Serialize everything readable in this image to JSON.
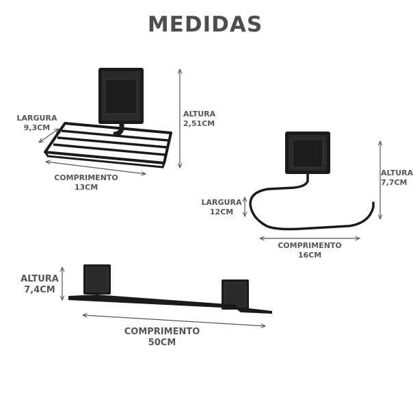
{
  "title": "MEDIDAS",
  "soap_dish": {
    "width_label": "LARGURA",
    "width_value": "9,3CM",
    "height_label": "ALTURA",
    "height_value": "2,51CM",
    "length_label": "COMPRIMENTO",
    "length_value": "13CM"
  },
  "paper_holder": {
    "width_label": "LARGURA",
    "width_value": "12CM",
    "height_label": "ALTURA",
    "height_value": "7,7CM",
    "length_label": "COMPRIMENTO",
    "length_value": "16CM"
  },
  "towel_bar": {
    "height_label": "ALTURA",
    "height_value": "7,4CM",
    "length_label": "COMPRIMENTO",
    "length_value": "50CM"
  },
  "colors": {
    "product": "#1e1e1e",
    "text": "#4d4d4d",
    "dimension_line": "#555555"
  }
}
